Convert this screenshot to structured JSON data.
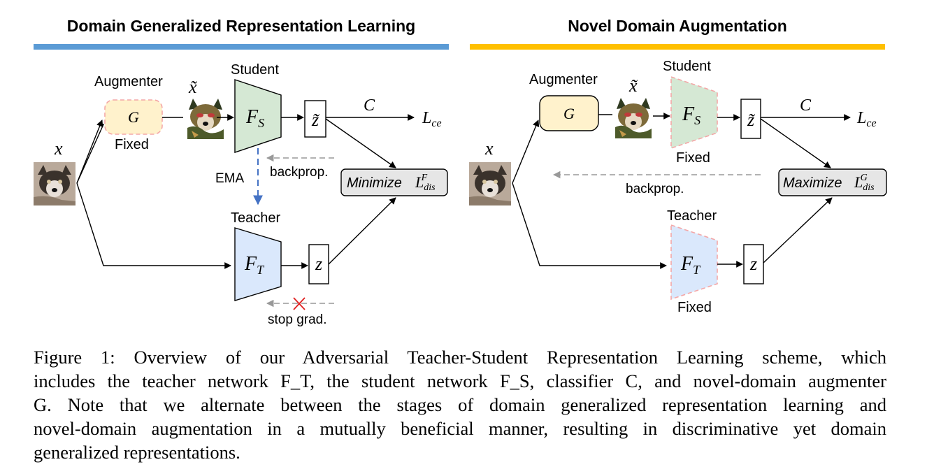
{
  "panels": {
    "left": {
      "title": "Domain Generalized Representation Learning",
      "augmenter_label": "Augmenter",
      "augmenter_symbol": "G",
      "augmenter_state": "Fixed",
      "student_label": "Student",
      "student_symbol": "F",
      "student_sub": "S",
      "teacher_label": "Teacher",
      "teacher_symbol": "F",
      "teacher_sub": "T",
      "ema_label": "EMA",
      "backprop_label": "backprop.",
      "stopgrad_label": "stop grad.",
      "objective": "Minimize",
      "loss_dis": "L",
      "loss_dis_sub": "dis",
      "loss_dis_sup": "F",
      "classifier": "C",
      "loss_ce": "L",
      "loss_ce_sub": "ce",
      "input": "x",
      "aug_input": "x̃",
      "z_student": "z̃",
      "z_teacher": "z"
    },
    "right": {
      "title": "Novel Domain Augmentation",
      "augmenter_label": "Augmenter",
      "augmenter_symbol": "G",
      "student_label": "Student",
      "student_symbol": "F",
      "student_sub": "S",
      "student_state": "Fixed",
      "teacher_label": "Teacher",
      "teacher_symbol": "F",
      "teacher_sub": "T",
      "teacher_state": "Fixed",
      "backprop_label": "backprop.",
      "objective": "Maximize",
      "loss_dis": "L",
      "loss_dis_sub": "dis",
      "loss_dis_sup": "G",
      "classifier": "C",
      "loss_ce": "L",
      "loss_ce_sub": "ce",
      "input": "x",
      "aug_input": "x̃",
      "z_student": "z̃",
      "z_teacher": "z"
    }
  },
  "colors": {
    "left_bar": "#5b9bd5",
    "right_bar": "#ffc000",
    "augmenter_fill": "#fff2cc",
    "student_fill": "#d5e8d4",
    "teacher_fill": "#dae8fc",
    "ema_arrow": "#4472c4",
    "stop_cross": "#e02020"
  },
  "caption": {
    "lines": [
      "Figure 1: Overview of our Adversarial Teacher-Student Representation Learning scheme, which",
      "includes the teacher network F_T, the student network F_S, classifier C, and novel-domain augmenter",
      "G. Note that we alternate between the stages of domain generalized representation learning and",
      "novel-domain augmentation in a mutually beneficial manner, resulting in discriminative yet domain",
      "generalized representations."
    ]
  }
}
